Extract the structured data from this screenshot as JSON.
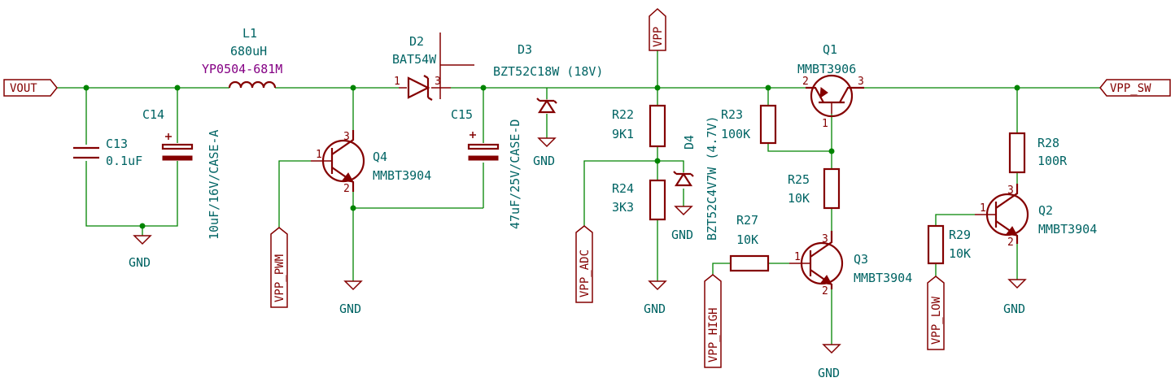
{
  "ports": {
    "vout": "VOUT",
    "vpp": "VPP",
    "vpp_sw": "VPP_SW",
    "vpp_pwm": "VPP_PWM",
    "vpp_adc": "VPP_ADC",
    "vpp_high": "VPP_HIGH",
    "vpp_low": "VPP_LOW"
  },
  "gnd_label": "GND",
  "components": {
    "l1": {
      "ref": "L1",
      "value": "680uH",
      "part": "YP0504-681M",
      "pins": [
        "",
        ""
      ]
    },
    "d2": {
      "ref": "D2",
      "value": "BAT54W",
      "pins": [
        "1",
        "3"
      ]
    },
    "d3": {
      "ref": "D3",
      "value": "BZT52C18W (18V)"
    },
    "d4": {
      "ref": "D4",
      "value": "BZT52C4V7W (4.7V)"
    },
    "c13": {
      "ref": "C13",
      "value": "0.1uF"
    },
    "c14": {
      "ref": "C14",
      "value": "10uF/16V/CASE-A"
    },
    "c15": {
      "ref": "C15",
      "value": "47uF/25V/CASE-D"
    },
    "q1": {
      "ref": "Q1",
      "value": "MMBT3906",
      "pins": [
        "2",
        "3",
        "1"
      ]
    },
    "q2": {
      "ref": "Q2",
      "value": "MMBT3904",
      "pins": [
        "1",
        "3",
        "2"
      ]
    },
    "q3": {
      "ref": "Q3",
      "value": "MMBT3904",
      "pins": [
        "1",
        "3",
        "2"
      ]
    },
    "q4": {
      "ref": "Q4",
      "value": "MMBT3904",
      "pins": [
        "1",
        "3",
        "2"
      ]
    },
    "r22": {
      "ref": "R22",
      "value": "9K1"
    },
    "r23": {
      "ref": "R23",
      "value": "100K"
    },
    "r24": {
      "ref": "R24",
      "value": "3K3"
    },
    "r25": {
      "ref": "R25",
      "value": "10K"
    },
    "r27": {
      "ref": "R27",
      "value": "10K"
    },
    "r28": {
      "ref": "R28",
      "value": "100R"
    },
    "r29": {
      "ref": "R29",
      "value": "10K"
    }
  }
}
